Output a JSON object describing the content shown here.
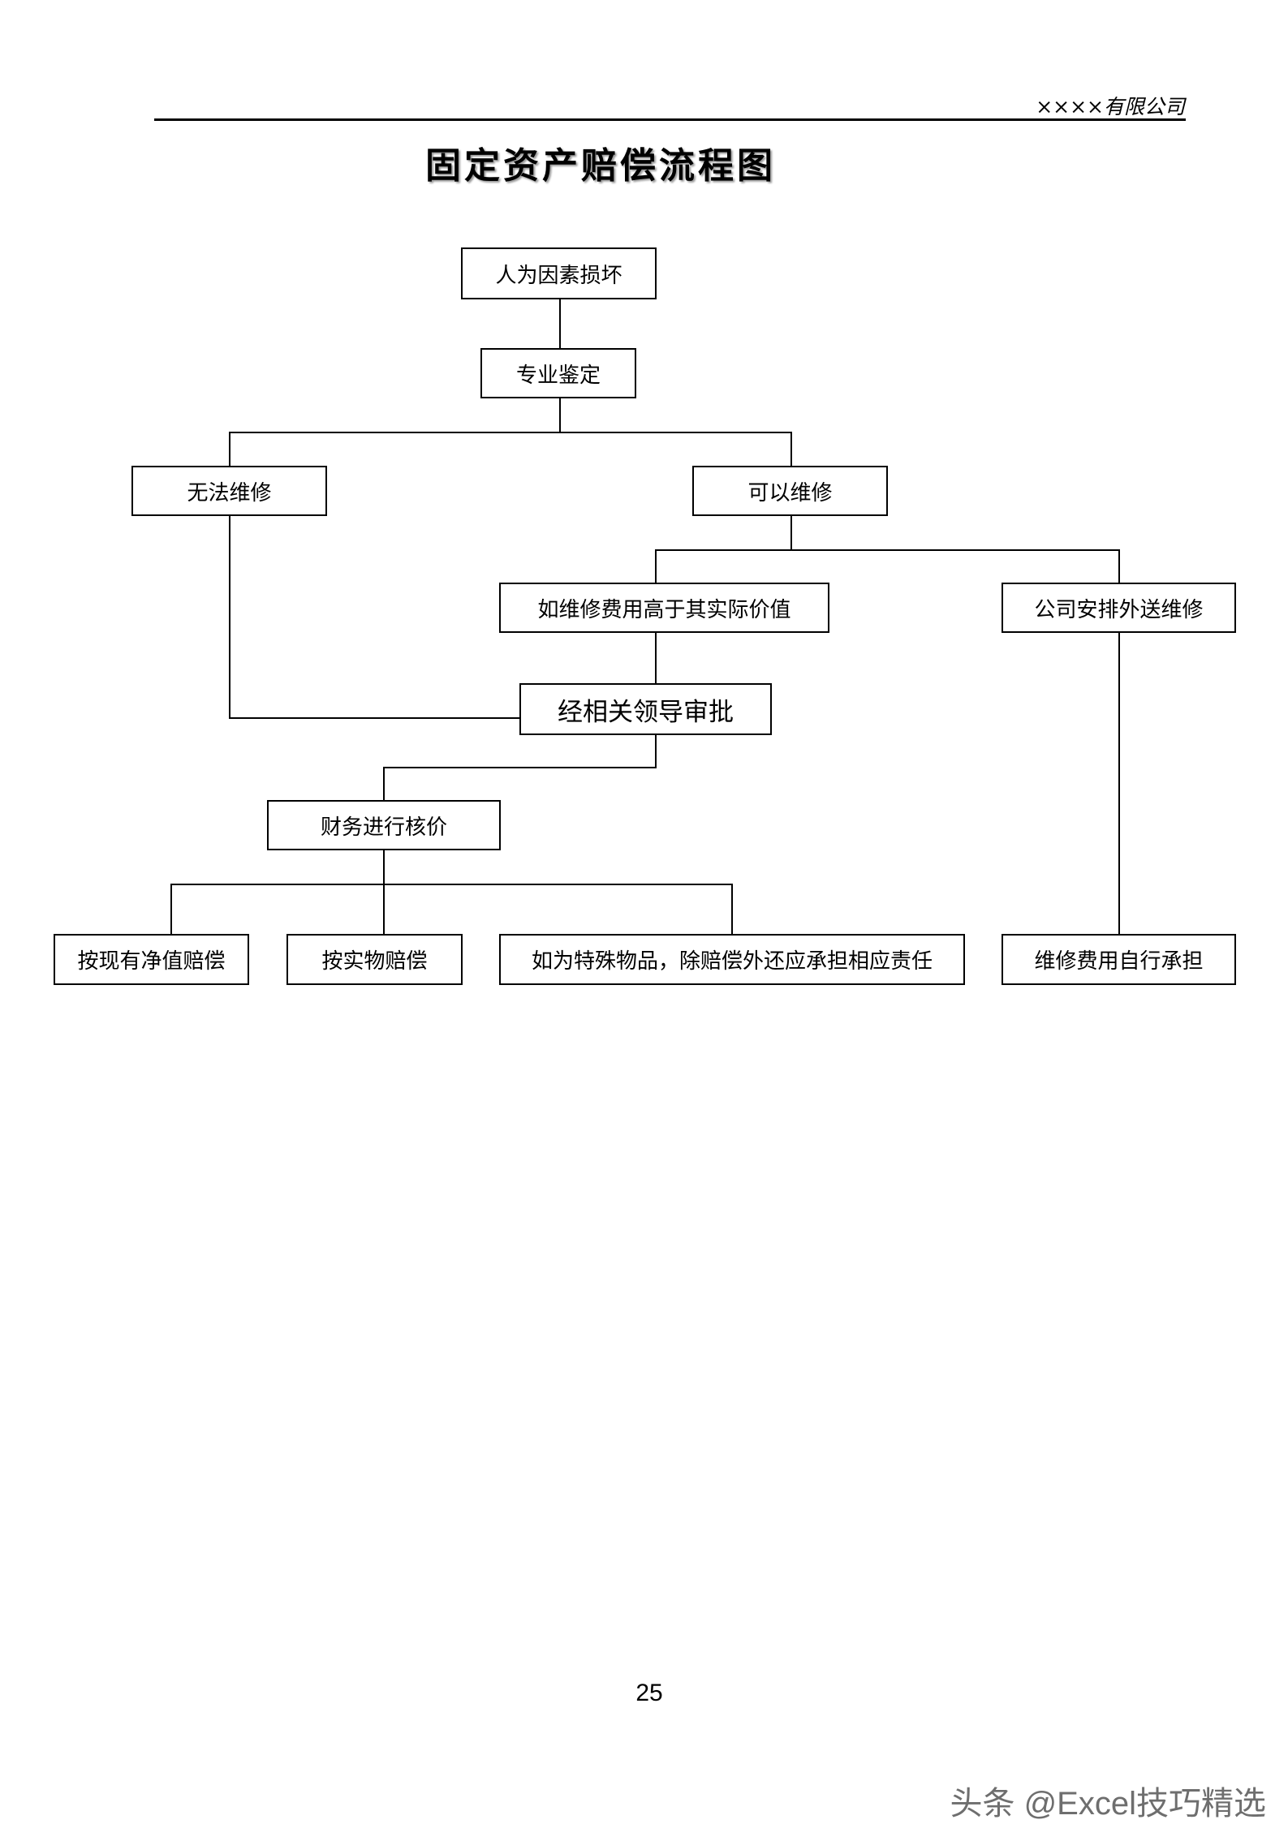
{
  "header": {
    "company": "××××有限公司"
  },
  "title": "固定资产赔偿流程图",
  "nodes": {
    "human_damage": "人为因素损坏",
    "appraisal": "专业鉴定",
    "unrepairable": "无法维修",
    "repairable": "可以维修",
    "cost_exceeds": "如维修费用高于其实际价值",
    "outsourced_repair": "公司安排外送维修",
    "leader_approval": "经相关领导审批",
    "finance_pricing": "财务进行核价",
    "net_value_comp": "按现有净值赔偿",
    "in_kind_comp": "按实物赔偿",
    "special_items": "如为特殊物品，除赔偿外还应承担相应责任",
    "self_pay_repair": "维修费用自行承担"
  },
  "footer": {
    "page_number": "25",
    "watermark": "头条 @Excel技巧精选"
  }
}
